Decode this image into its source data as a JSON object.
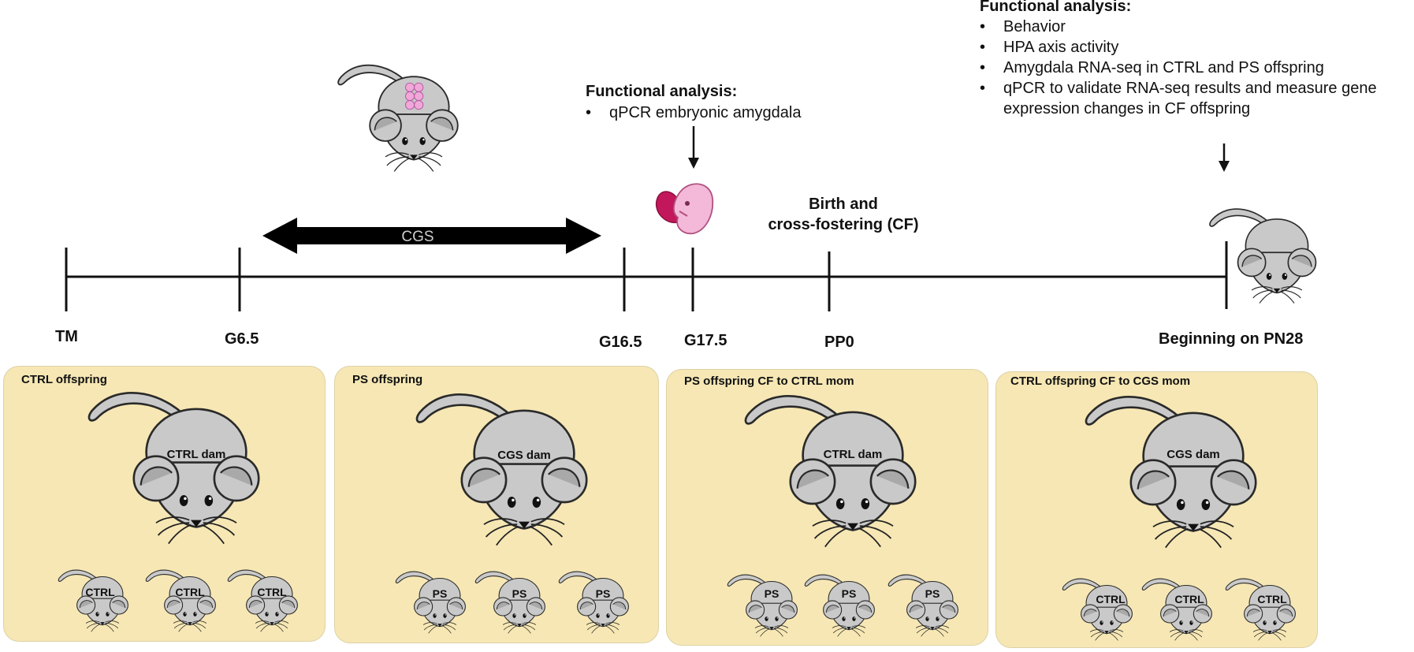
{
  "timeline": {
    "ticks": [
      {
        "id": "tm",
        "label": "TM"
      },
      {
        "id": "g6_5",
        "label": "G6.5"
      },
      {
        "id": "g16_5",
        "label": "G16.5"
      },
      {
        "id": "g17_5",
        "label": "G17.5"
      },
      {
        "id": "pp0",
        "label": "PP0"
      },
      {
        "id": "pn28",
        "label": "Beginning on PN28"
      }
    ],
    "cgs_arrow_label": "CGS",
    "birth_label_line1": "Birth and",
    "birth_label_line2": "cross-fostering (CF)"
  },
  "analysis_embryonic": {
    "title": "Functional analysis:",
    "items": [
      "qPCR embryonic amygdala"
    ]
  },
  "analysis_postnatal": {
    "title": "Functional analysis:",
    "items": [
      "Behavior",
      "HPA axis activity",
      "Amygdala RNA-seq in CTRL and PS offspring",
      "qPCR to validate RNA-seq results and measure gene expression changes in CF offspring"
    ]
  },
  "panels": [
    {
      "title": "CTRL offspring",
      "dam": "CTRL dam",
      "pups": [
        "CTRL",
        "CTRL",
        "CTRL"
      ]
    },
    {
      "title": "PS offspring",
      "dam": "CGS dam",
      "pups": [
        "PS",
        "PS",
        "PS"
      ]
    },
    {
      "title": "PS offspring CF to CTRL mom",
      "dam": "CTRL dam",
      "pups": [
        "PS",
        "PS",
        "PS"
      ]
    },
    {
      "title": "CTRL offspring CF to CGS mom",
      "dam": "CGS dam",
      "pups": [
        "CTRL",
        "CTRL",
        "CTRL"
      ]
    }
  ],
  "colors": {
    "panel_fill": "#f6e7b4",
    "mouse_body": "#c9c9c9",
    "mouse_stroke": "#2a2a2a",
    "embryo_pink": "#f4b8d8",
    "embryo_red": "#c2185b",
    "arrow_fill": "#000000"
  },
  "icons": {
    "mouse": "mouse-icon",
    "embryo": "embryo-icon",
    "pregnant_mouse": "pregnant-mouse-icon"
  }
}
